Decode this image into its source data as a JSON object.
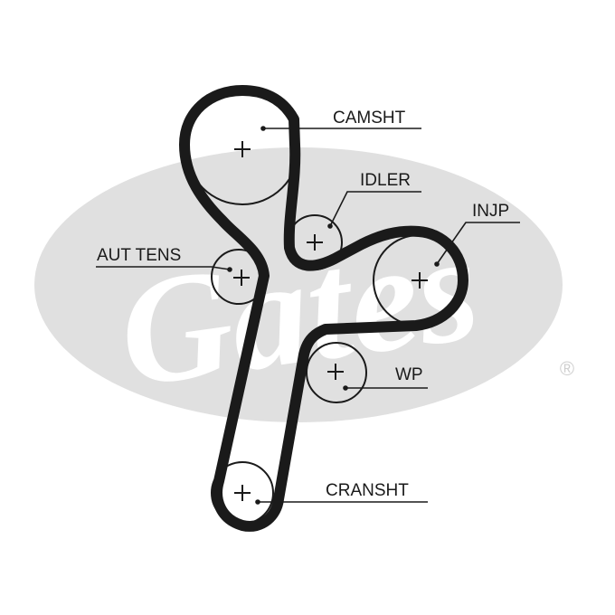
{
  "watermark": {
    "brand": "Gates",
    "registered_mark": "®",
    "color": "#e0e0e0"
  },
  "belt_color": "#1a1a1a",
  "labels": {
    "camshaft": "CAMSHT",
    "idler": "IDLER",
    "injection_pump": "INJP",
    "auto_tensioner": "AUT TENS",
    "water_pump": "WP",
    "crankshaft": "CRANSHT"
  }
}
